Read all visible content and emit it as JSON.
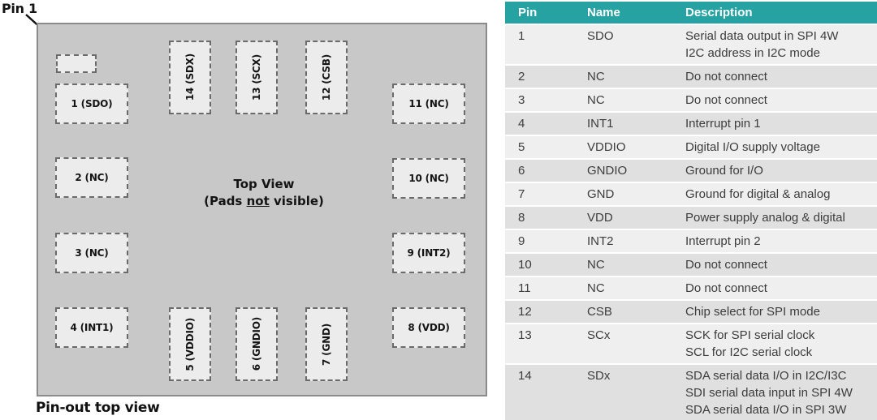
{
  "diagram": {
    "pin1_label": "Pin 1",
    "center": {
      "title": "Top View",
      "subtitle_pre": "(Pads ",
      "subtitle_underline": "not",
      "subtitle_post": " visible)"
    },
    "caption": "Pin-out top view",
    "pads": {
      "p1": "1 (SDO)",
      "p2": "2 (NC)",
      "p3": "3 (NC)",
      "p4": "4 (INT1)",
      "p5": "5 (VDDIO)",
      "p6": "6 (GNDIO)",
      "p7": "7 (GND)",
      "p8": "8 (VDD)",
      "p9": "9 (INT2)",
      "p10": "10 (NC)",
      "p11": "11 (NC)",
      "p12": "12 (CSB)",
      "p13": "13 (SCX)",
      "p14": "14 (SDX)"
    }
  },
  "table": {
    "headers": [
      "Pin",
      "Name",
      "Description"
    ],
    "rows": [
      {
        "pin": "1",
        "name": "SDO",
        "description": [
          "Serial data output in SPI 4W",
          "I2C address in I2C mode"
        ]
      },
      {
        "pin": "2",
        "name": "NC",
        "description": [
          "Do not connect"
        ]
      },
      {
        "pin": "3",
        "name": "NC",
        "description": [
          "Do not connect"
        ]
      },
      {
        "pin": "4",
        "name": "INT1",
        "description": [
          "Interrupt pin 1"
        ]
      },
      {
        "pin": "5",
        "name": "VDDIO",
        "description": [
          "Digital I/O supply voltage"
        ]
      },
      {
        "pin": "6",
        "name": "GNDIO",
        "description": [
          "Ground for I/O"
        ]
      },
      {
        "pin": "7",
        "name": "GND",
        "description": [
          "Ground for digital & analog"
        ]
      },
      {
        "pin": "8",
        "name": "VDD",
        "description": [
          "Power supply analog & digital"
        ]
      },
      {
        "pin": "9",
        "name": "INT2",
        "description": [
          "Interrupt pin 2"
        ]
      },
      {
        "pin": "10",
        "name": "NC",
        "description": [
          "Do not connect"
        ]
      },
      {
        "pin": "11",
        "name": "NC",
        "description": [
          "Do not connect"
        ]
      },
      {
        "pin": "12",
        "name": "CSB",
        "description": [
          "Chip select for SPI mode"
        ]
      },
      {
        "pin": "13",
        "name": "SCx",
        "description": [
          "SCK for SPI serial clock",
          "SCL for I2C serial clock"
        ]
      },
      {
        "pin": "14",
        "name": "SDx",
        "description": [
          "SDA serial data I/O in I2C/I3C",
          "SDI serial data input in SPI 4W",
          "SDA serial data I/O in SPI 3W"
        ]
      }
    ]
  },
  "colors": {
    "header_teal": "#26a2a2",
    "row_light": "#f0efef",
    "row_dark": "#e1e0e0",
    "chip_body": "#c9c8c8",
    "pad_fill": "#edecec",
    "pad_border": "#6a6a6a"
  }
}
